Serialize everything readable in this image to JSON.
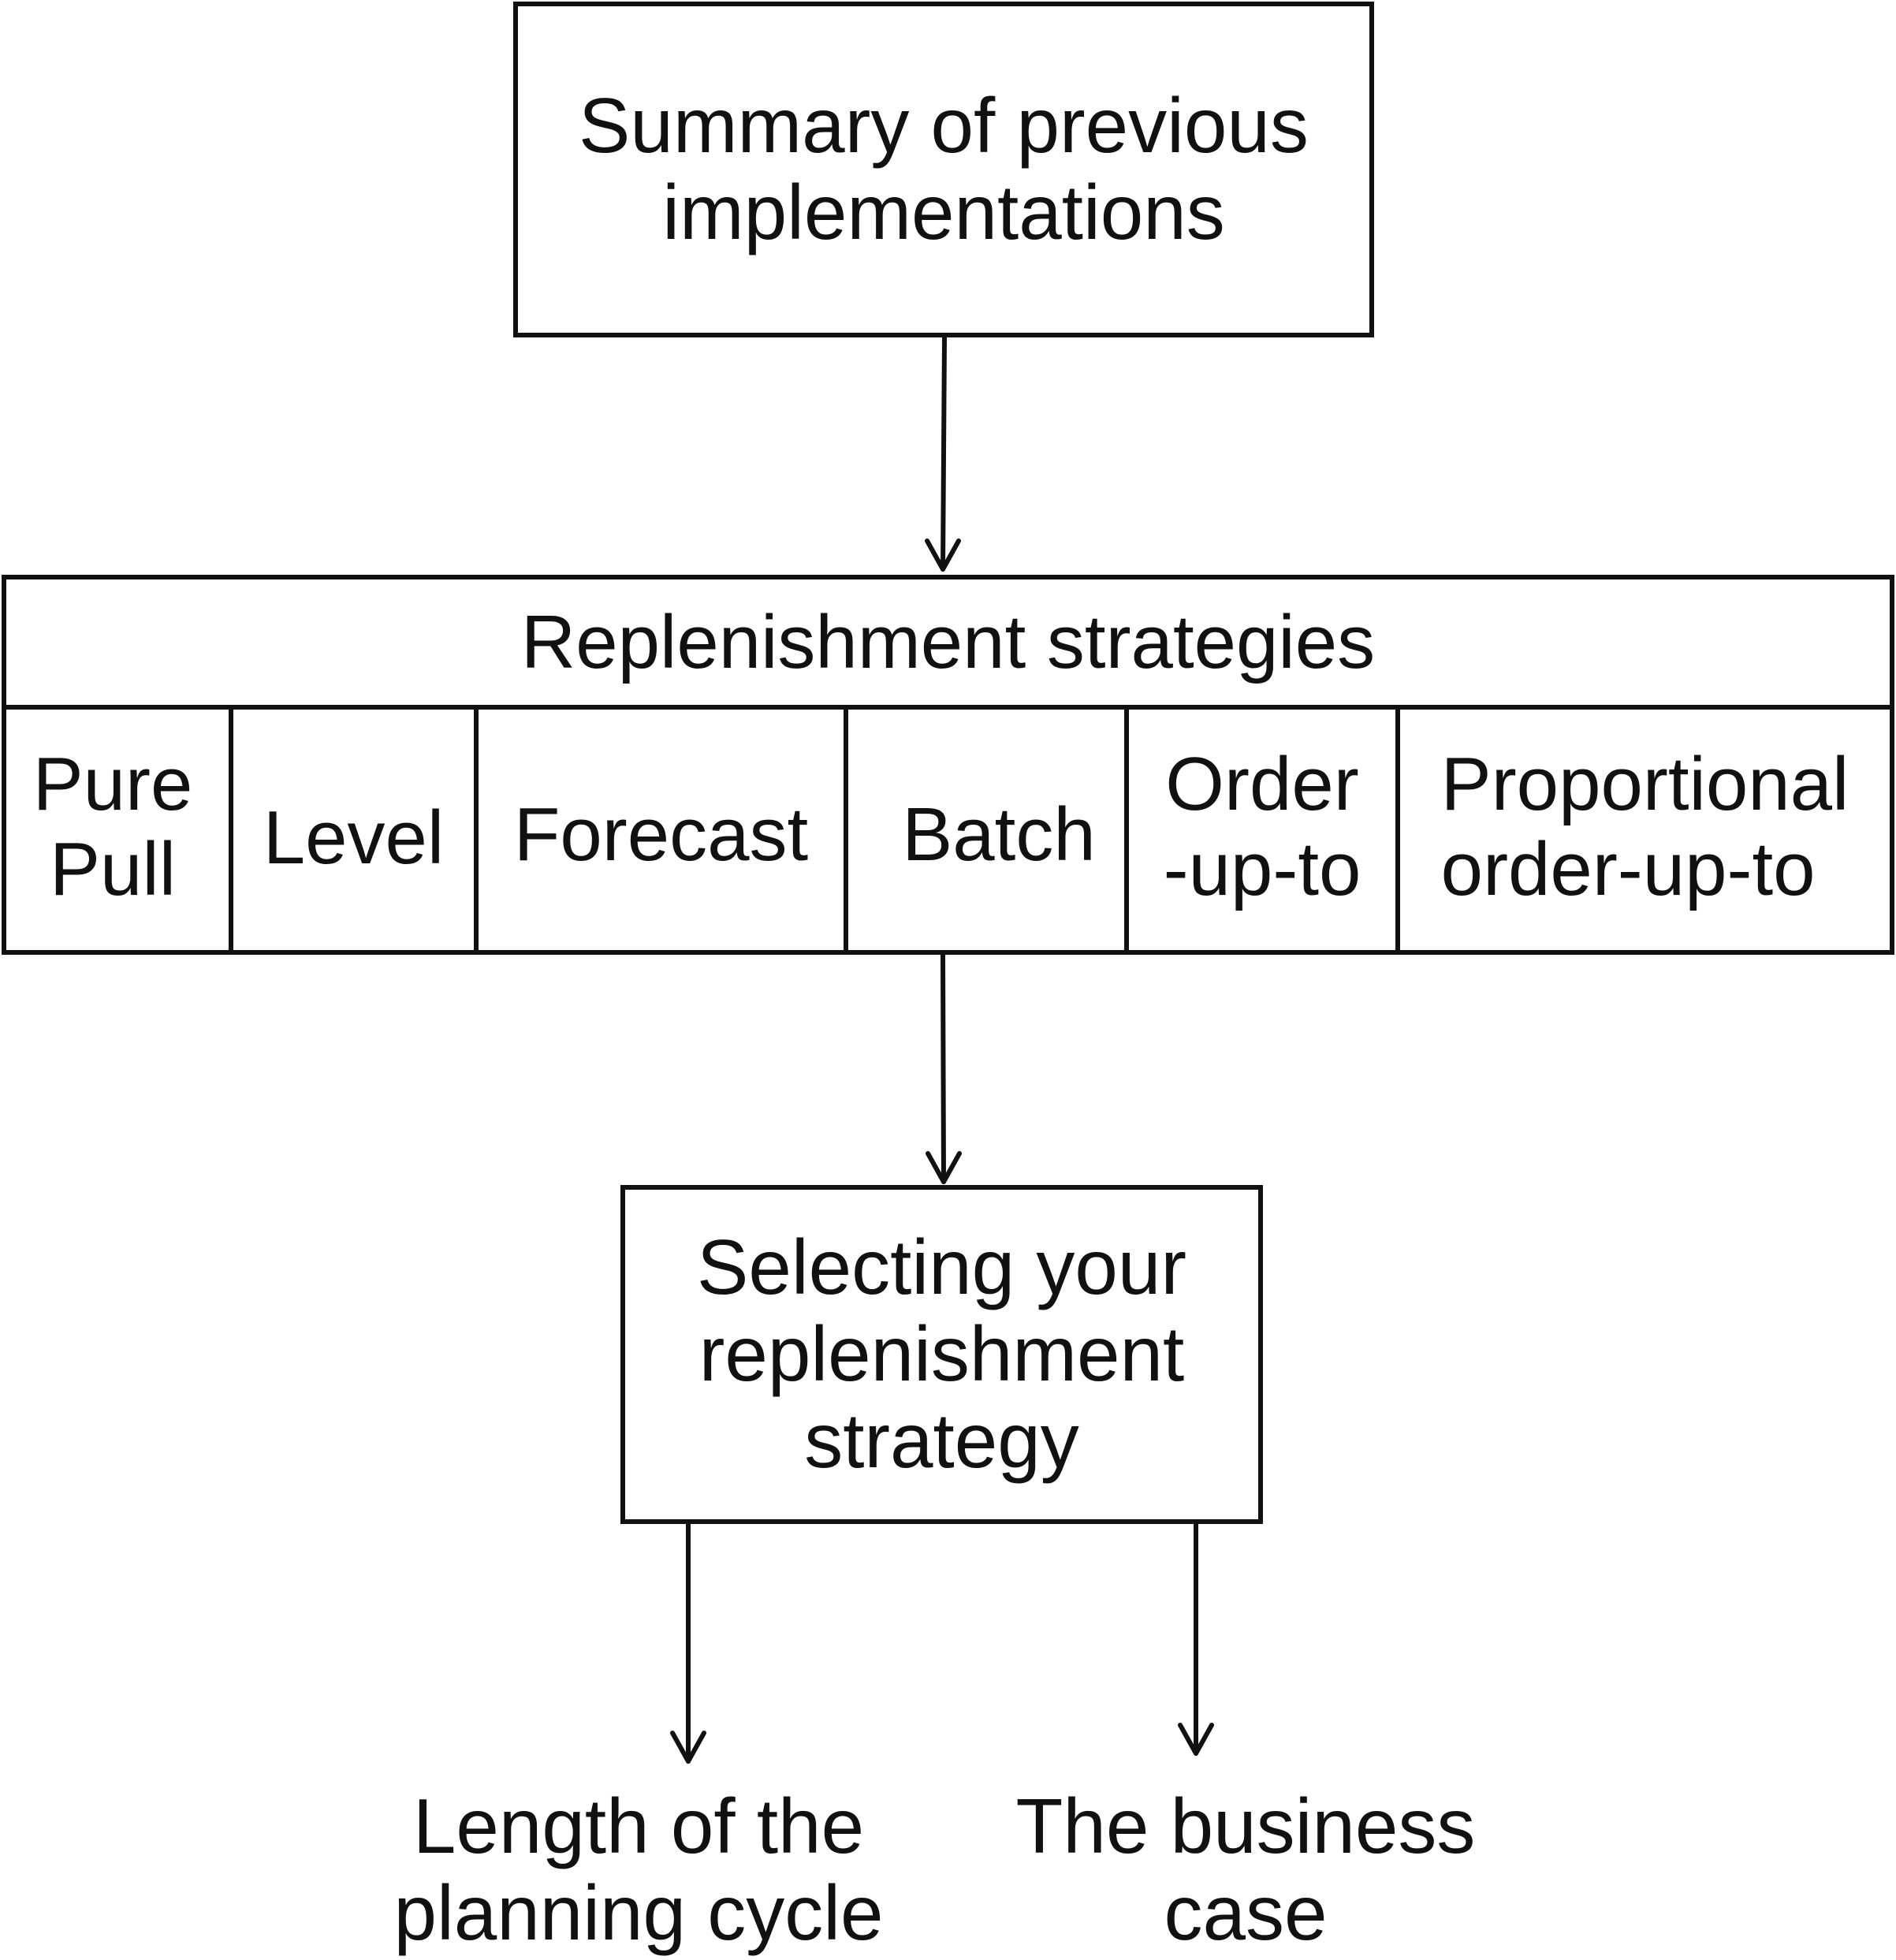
{
  "summary": {
    "line1": "Summary of previous",
    "line2": "implementations"
  },
  "strategies": {
    "header": "Replenishment strategies",
    "items": [
      {
        "line1": "Pure",
        "line2": "Pull"
      },
      {
        "line1": "Level",
        "line2": ""
      },
      {
        "line1": "Forecast",
        "line2": ""
      },
      {
        "line1": "Batch",
        "line2": ""
      },
      {
        "line1": "Order",
        "line2": "-up-to"
      },
      {
        "line1": "Proportional",
        "line2": "order-up-to"
      }
    ]
  },
  "selecting": {
    "line1": "Selecting your",
    "line2": "replenishment",
    "line3": "strategy"
  },
  "outcomes": [
    {
      "line1": "Length of the",
      "line2": "planning cycle"
    },
    {
      "line1": "The business",
      "line2": "case"
    }
  ]
}
